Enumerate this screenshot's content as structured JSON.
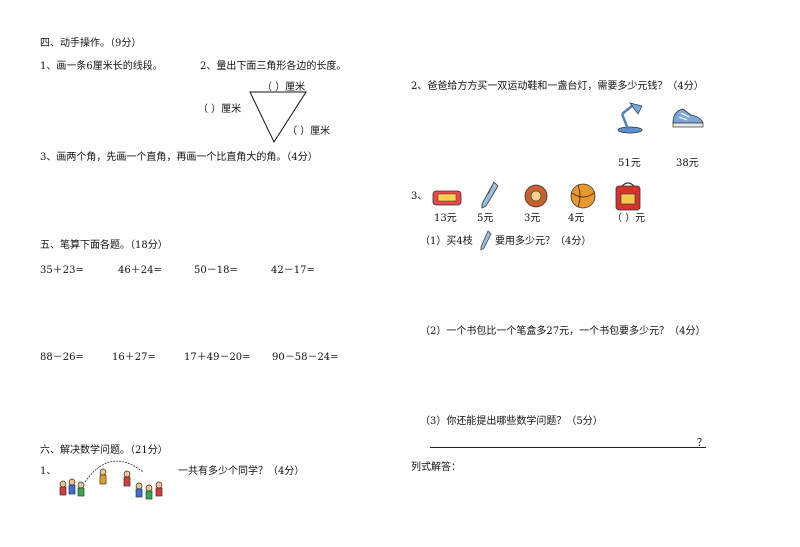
{
  "left": {
    "sec4_title": "四、动手操作。（9分）",
    "q4_1": "1、画一条6厘米长的线段。",
    "q4_2": "2、量出下面三角形各边的长度。",
    "tri_top": "（  ）厘米",
    "tri_left": "（  ）厘米",
    "tri_right": "（  ）厘米",
    "q4_3": "3、画两个角，先画一个直角，再画一个比直角大的角。（4分）",
    "sec5_title": "五、笔算下面各题。（18分）",
    "row1": [
      "35＋23=",
      "46＋24=",
      "50－18=",
      "42－17="
    ],
    "row2": [
      "88－26=",
      "16＋27=",
      "17＋49－20=",
      "90－58－24="
    ],
    "sec6_title": "六、解决数学问题。（21分）",
    "q6_1_num": "1、",
    "q6_1_text": "一共有多少个同学？（4分）"
  },
  "right": {
    "q2": "2、爸爸给方方买一双运动鞋和一盏台灯，需要多少元钱？（4分）",
    "lamp_icon": "desk-lamp-icon",
    "shoe_icon": "sneaker-icon",
    "lamp_price": "51元",
    "shoe_price": "38元",
    "q3_num": "3、",
    "prices": [
      "13元",
      "5元",
      "3元",
      "4元",
      "（   ）元"
    ],
    "q3_1_a": "（1）买4枝",
    "q3_1_b": "要用多少元？（4分）",
    "q3_2": "（2）一个书包比一个笔盒多27元，一个书包要多少元？（4分）",
    "q3_3": "（3）你还能提出哪些数学问题？（5分）",
    "question_mark": "？",
    "answer_label": "列式解答："
  }
}
